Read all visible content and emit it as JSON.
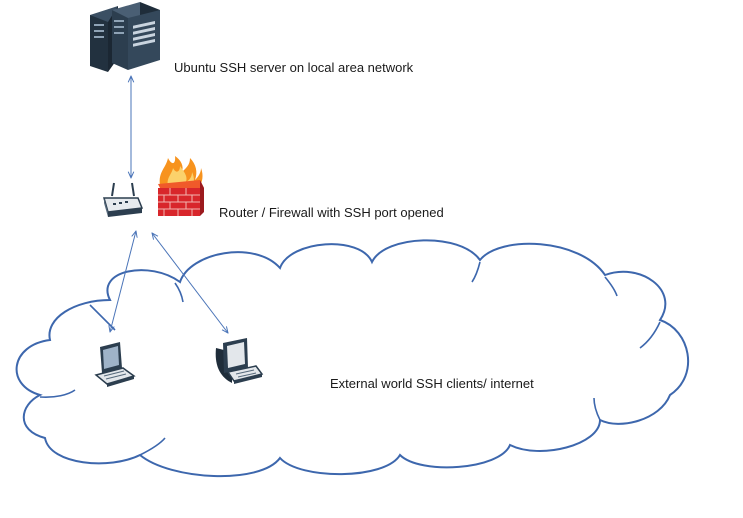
{
  "labels": {
    "server": "Ubuntu SSH server on local area network",
    "router": "Router / Firewall with SSH port opened",
    "cloud": "External world  SSH clients/ internet"
  },
  "icons": {
    "server": "server-tower-icon",
    "router": "wireless-router-icon",
    "firewall": "firewall-icon",
    "laptop": "laptop-icon",
    "desktop": "desktop-computer-icon",
    "cloud": "cloud-shape"
  },
  "colors": {
    "line": "#4a74b8",
    "cloud_stroke": "#3d67ad",
    "server_dark": "#2c3e4f",
    "firewall_red": "#d8262b",
    "flame_orange": "#f7931e"
  }
}
